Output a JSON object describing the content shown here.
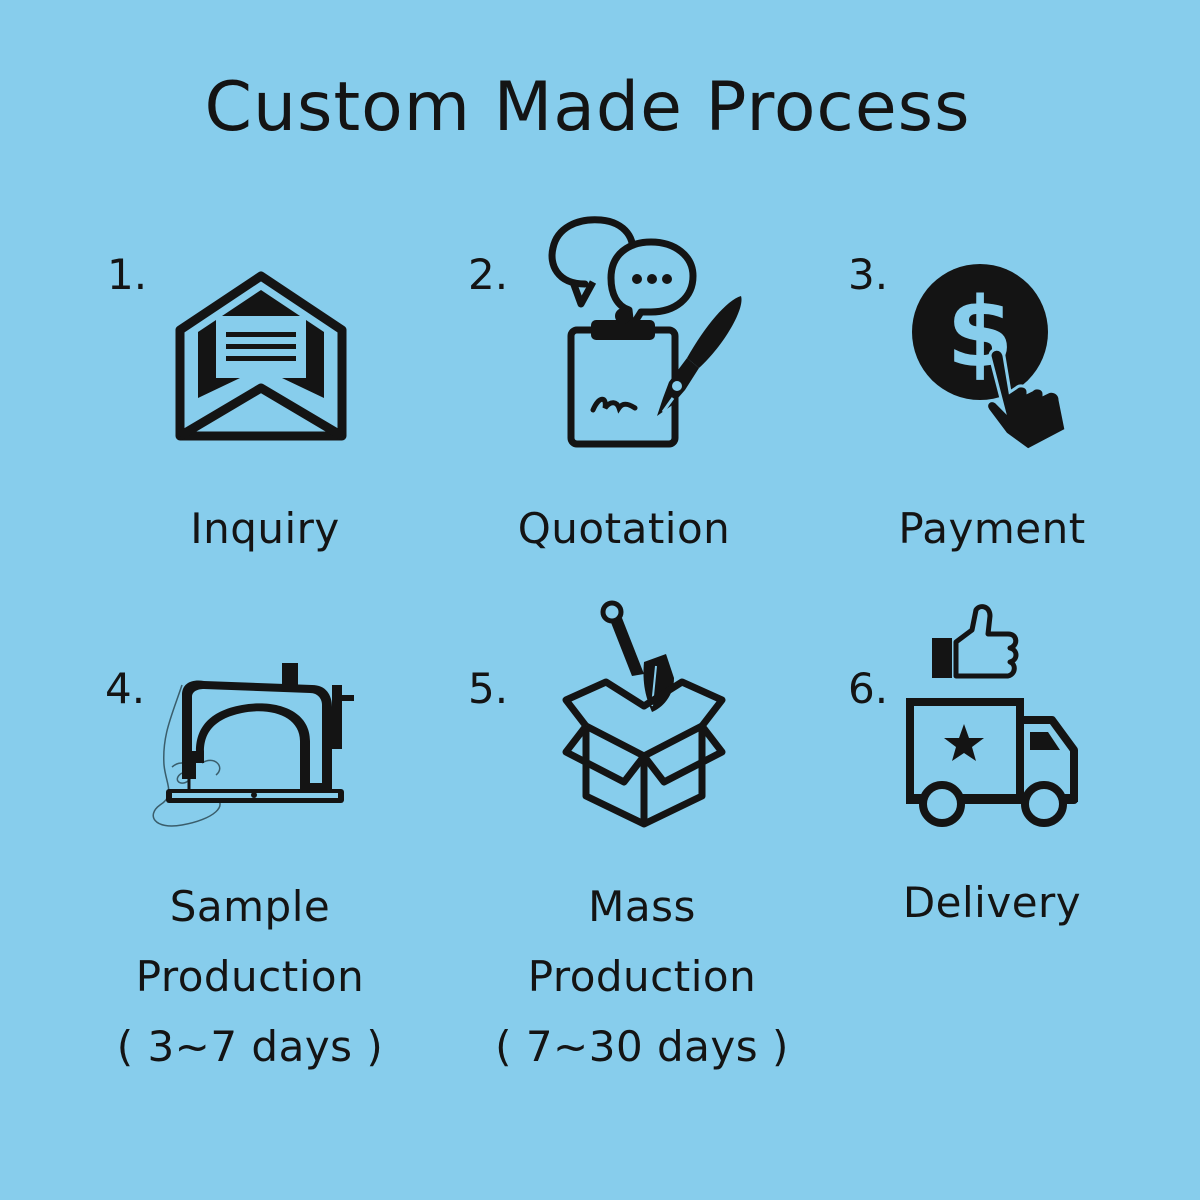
{
  "title": "Custom Made Process",
  "colors": {
    "background": "#87cdec",
    "ink": "#141414"
  },
  "steps": [
    {
      "number": "1.",
      "icon": "envelope-icon",
      "label": [
        "Inquiry"
      ]
    },
    {
      "number": "2.",
      "icon": "quotation-icon",
      "label": [
        "Quotation"
      ]
    },
    {
      "number": "3.",
      "icon": "payment-icon",
      "label": [
        "Payment"
      ]
    },
    {
      "number": "4.",
      "icon": "sewing-machine-icon",
      "label": [
        "Sample",
        "Production",
        "( 3~7 days )"
      ]
    },
    {
      "number": "5.",
      "icon": "box-icon",
      "label": [
        "Mass",
        "Production",
        "( 7~30 days )"
      ]
    },
    {
      "number": "6.",
      "icon": "delivery-truck-icon",
      "label": [
        "Delivery"
      ]
    }
  ]
}
